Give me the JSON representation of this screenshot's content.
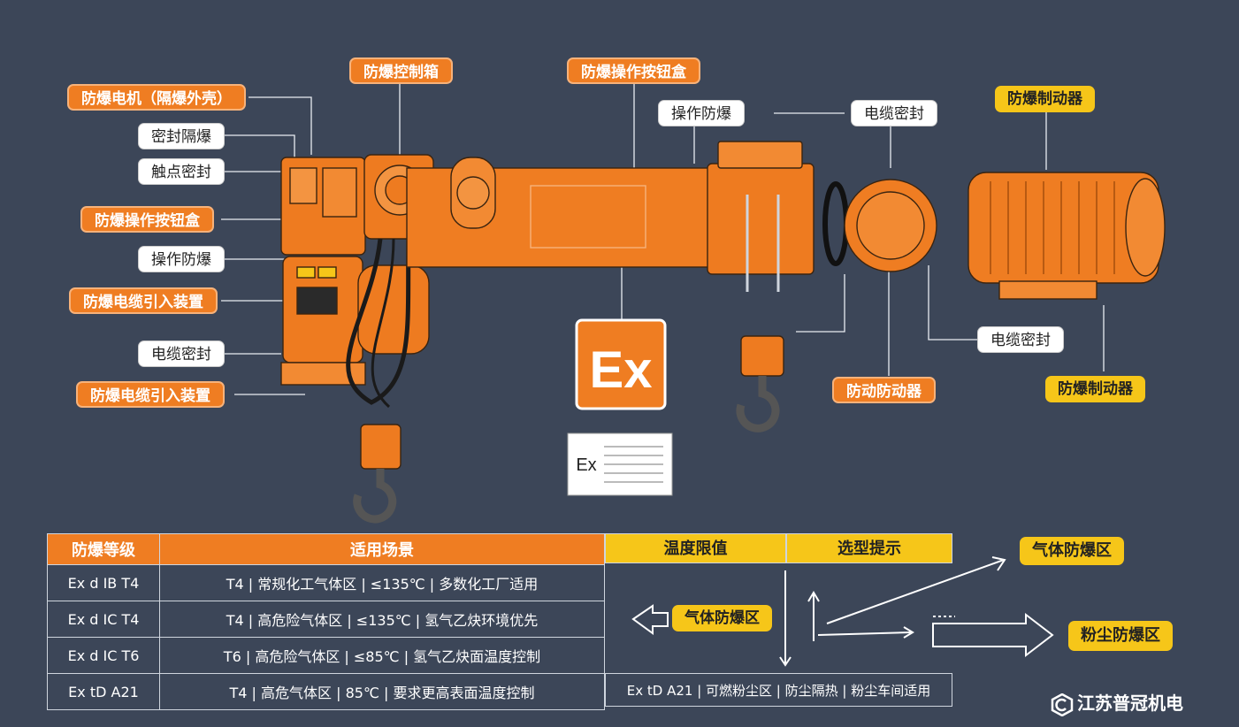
{
  "labels": {
    "motor": "防爆电机（隔爆外壳）",
    "seal_iso": "密封隔爆",
    "contact_seal": "触点密封",
    "btn_box_left": "防爆操作按钮盒",
    "op_proof_left": "操作防爆",
    "cable_entry_1": "防爆电缆引入装置",
    "cable_seal_left": "电缆密封",
    "cable_entry_2": "防爆电缆引入装置",
    "control_box": "防爆控制箱",
    "btn_box_top": "防爆操作按钮盒",
    "op_proof_top": "操作防爆",
    "cable_seal_top": "电缆密封",
    "brake_top": "防爆制动器",
    "cable_seal_right": "电缆密封",
    "anti_collision": "防动防动器",
    "brake_right": "防爆制动器"
  },
  "ex_mark": "Ex",
  "plate_mark": "Ex",
  "table": {
    "headers": [
      "防爆等级",
      "适用场景"
    ],
    "rows": [
      [
        "Ex d IB T4",
        "T4 | 常规化工气体区 | ≤135℃ | 多数化工厂适用"
      ],
      [
        "Ex d IC T4",
        "T4 | 高危险气体区 | ≤135℃ | 氢气乙炔环境优先"
      ],
      [
        "Ex d IC T6",
        "T6 | 高危险气体区 | ≤85℃ | 氢气乙炔面温度控制"
      ],
      [
        "Ex tD A21",
        "T4 | 高危气体区 | 85℃ | 要求更高表面温度控制"
      ]
    ]
  },
  "right_panel": {
    "header_temp": "温度限值",
    "header_tip": "选型提示",
    "gas_zone_mid": "气体防爆区",
    "gas_zone": "气体防爆区",
    "dust_zone": "粉尘防爆区",
    "bottom_row": "Ex tD A21 | 可燃粉尘区 | 防尘隔热 | 粉尘车间适用"
  },
  "brand": "江苏普冠机电",
  "colors": {
    "background": "#3c4658",
    "orange": "#ef7d22",
    "yellow": "#f6c619"
  }
}
